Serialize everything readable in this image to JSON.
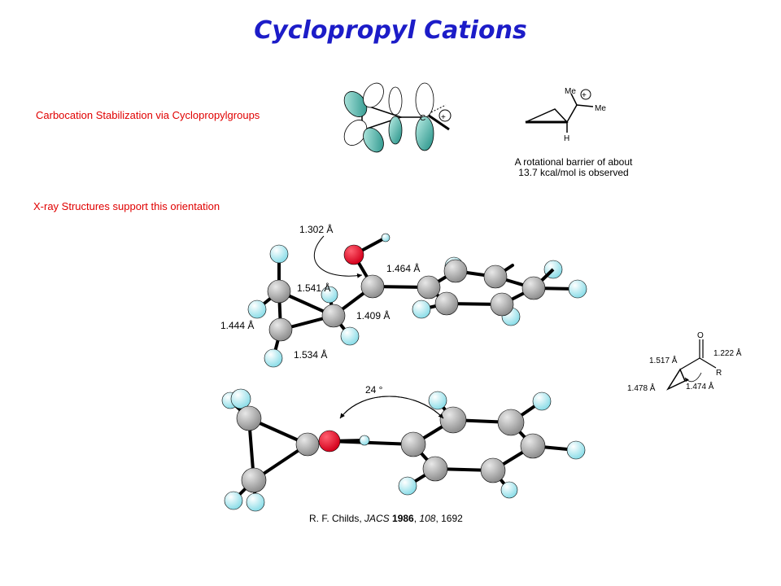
{
  "title": "Cyclopropyl Cations",
  "section1": {
    "heading": "Carbocation Stabilization via Cyclopropylgroups",
    "orbital_c_label": "C",
    "plus": "+",
    "me1": "Me",
    "me2": "Me",
    "h": "H",
    "barrier_line1": "A rotational barrier of about",
    "barrier_line2": "13.7 kcal/mol is observed"
  },
  "section2": {
    "heading": "X-ray Structures support this orientation",
    "bond_lengths": {
      "co": "1.302 Å",
      "c_ph": "1.464 Å",
      "ring_top": "1.541 Å",
      "ring_c": "1.409 Å",
      "ring_left": "1.444 Å",
      "ring_bottom": "1.534 Å"
    },
    "angle": "24 °",
    "citation": {
      "author": "R. F. Childs, ",
      "journal": "JACS",
      "year": " 1986",
      "volume": "108",
      "pages": ", 1692"
    }
  },
  "small_structure": {
    "o": "O",
    "r": "R",
    "b1": "1.222 Å",
    "b2": "1.517 Å",
    "b3": "1.478 Å",
    "b4": "1.474 Å"
  },
  "colors": {
    "title": "#1c1cc8",
    "heading": "#e00000",
    "carbon": "#a6a6a6",
    "oxygen": "#e8102a",
    "hydrogen": "#a8eef6",
    "lobe": "#2aa59a"
  }
}
